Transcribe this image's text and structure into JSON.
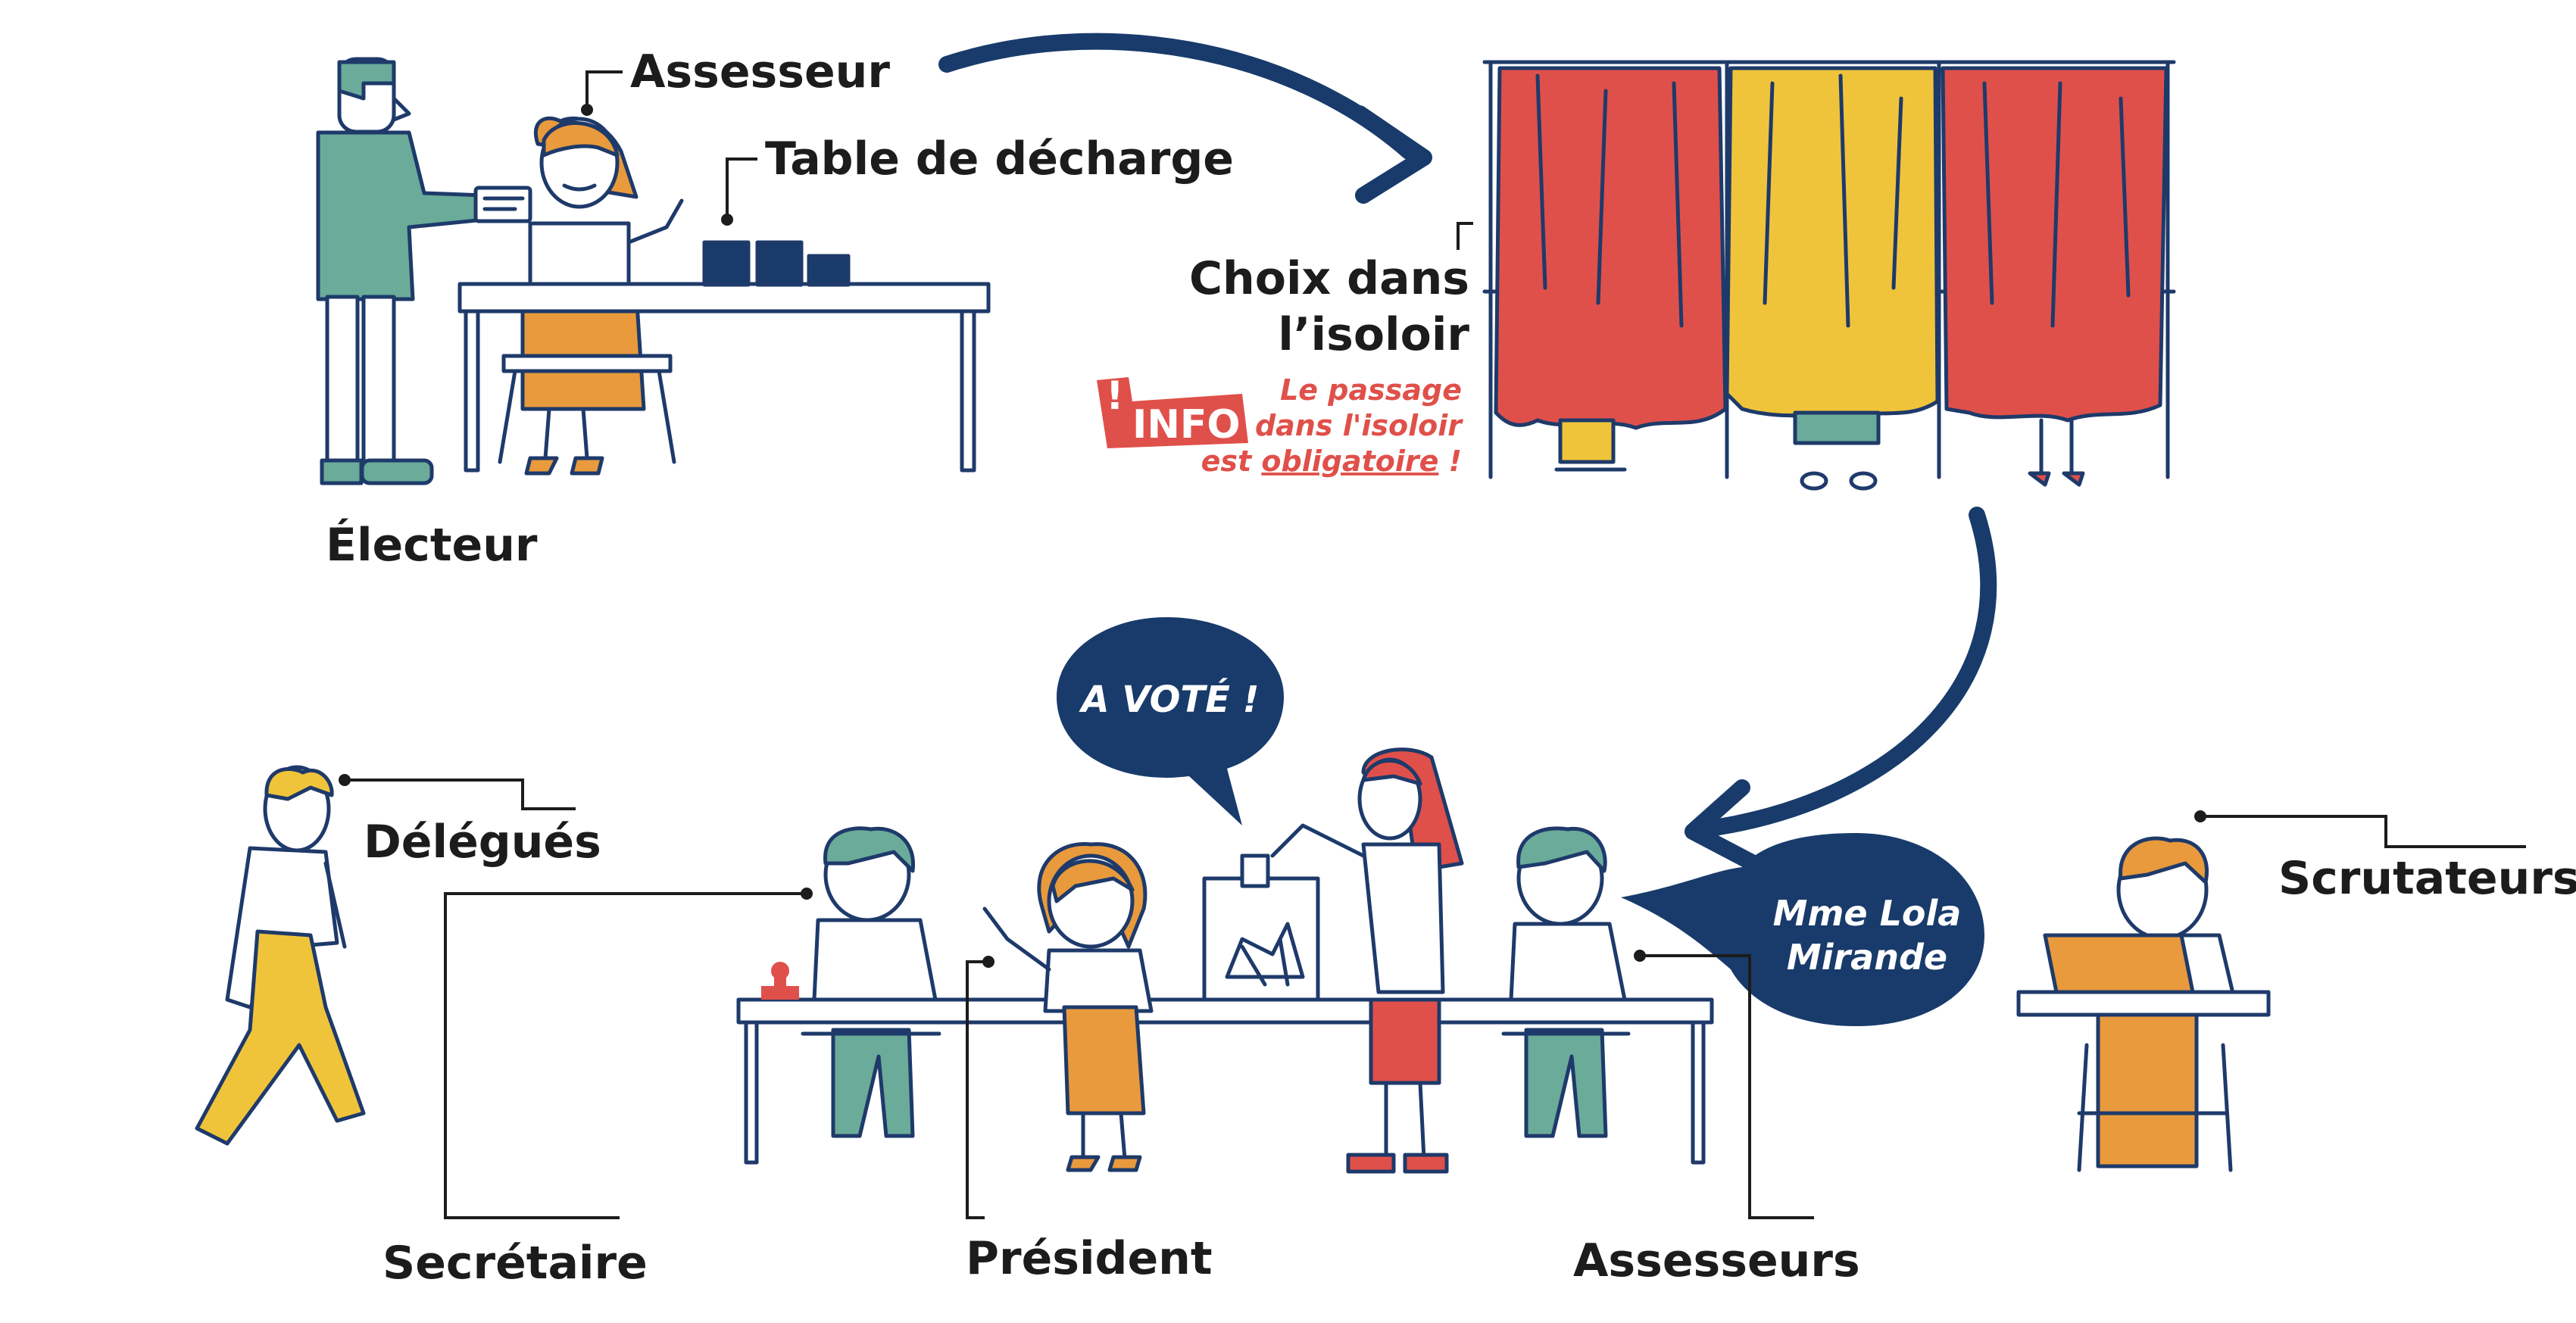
{
  "labels": {
    "assesseur": "Assesseur",
    "table_decharge": "Table de décharge",
    "electeur": "Électeur",
    "choix_line1": "Choix dans",
    "choix_line2": "l’isoloir",
    "delegues": "Délégués",
    "secretaire": "Secrétaire",
    "president": "Président",
    "assesseurs": "Assesseurs",
    "scrutateurs": "Scrutateurs"
  },
  "info": {
    "badge_mark": "!",
    "badge_label": "INFO",
    "line1": "Le passage",
    "line2": "dans l'isoloir",
    "line3_prefix": "est ",
    "line3_underlined": "obligatoire",
    "line3_suffix": " !"
  },
  "bubbles": {
    "a_vote": "A VOTÉ !",
    "name_line1": "Mme Lola",
    "name_line2": "Mirande"
  },
  "colors": {
    "navy": "#183b6b",
    "red": "#e0504a",
    "yellow": "#f0c43a",
    "orange": "#e99a3c",
    "teal": "#6aab9a",
    "ink": "#1e3a6a"
  }
}
